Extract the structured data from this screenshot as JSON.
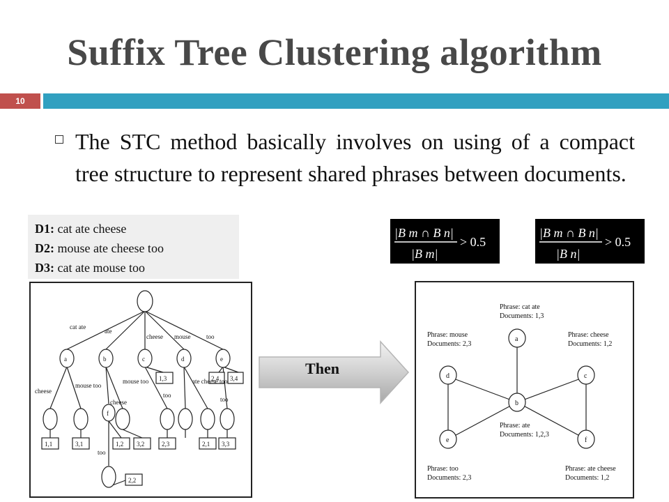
{
  "slide": {
    "title": "Suffix Tree Clustering algorithm",
    "page_number": "10",
    "bullet_text": "The STC method basically involves on using of a compact tree structure to represent shared phrases between documents."
  },
  "documents": [
    {
      "label": "D1:",
      "text": "cat ate cheese"
    },
    {
      "label": "D2:",
      "text": "mouse ate cheese too"
    },
    {
      "label": "D3:",
      "text": "cat ate mouse too"
    }
  ],
  "formulas": [
    {
      "numerator": "|B m ∩ B n|",
      "denominator": "|B m|",
      "threshold": "> 0.5"
    },
    {
      "numerator": "|B m ∩ B n|",
      "denominator": "|B n|",
      "threshold": "> 0.5"
    }
  ],
  "arrow_label": "Then",
  "suffix_tree": {
    "edge_labels": [
      "cat ate",
      "ate",
      "cheese",
      "mouse",
      "too",
      "cheese",
      "mouse too",
      "cheese",
      "mouse too",
      "ate cheese too",
      "too",
      "too",
      "too"
    ],
    "nodes": [
      "a",
      "b",
      "c",
      "d",
      "e",
      "f"
    ],
    "leaf_boxes": [
      "1,1",
      "3,1",
      "1,2",
      "3,2",
      "2,3",
      "2,1",
      "3,3",
      "1,3",
      "2,4",
      "3,4",
      "2,2"
    ]
  },
  "cluster_graph": {
    "nodes": [
      "a",
      "b",
      "c",
      "d",
      "e",
      "f"
    ],
    "labels": [
      {
        "phrase": "Phrase: cat ate",
        "docs": "Documents: 1,3"
      },
      {
        "phrase": "Phrase: mouse",
        "docs": "Documents: 2,3"
      },
      {
        "phrase": "Phrase: cheese",
        "docs": "Documents: 1,2"
      },
      {
        "phrase": "Phrase: ate",
        "docs": "Documents: 1,2,3"
      },
      {
        "phrase": "Phrase: too",
        "docs": "Documents: 2,3"
      },
      {
        "phrase": "Phrase: ate cheese",
        "docs": "Documents: 1,2"
      }
    ]
  }
}
